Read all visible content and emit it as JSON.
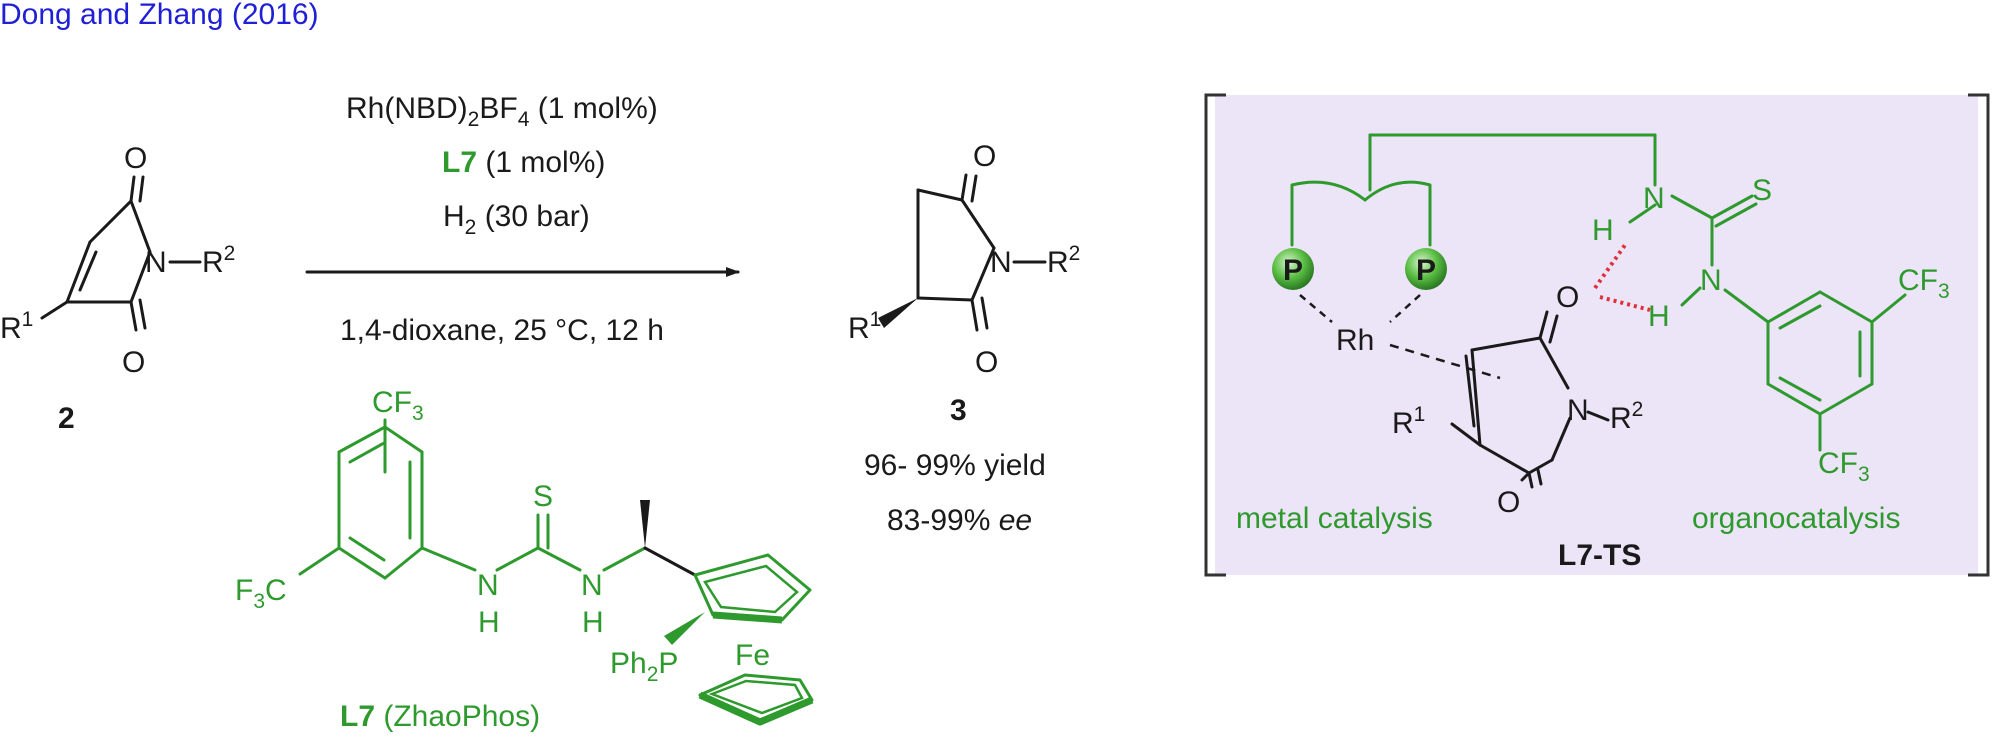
{
  "citation": "Dong and Zhang (2016)",
  "colors": {
    "citation": "#1f1fd6",
    "ligand": "#2e9a2e",
    "box": "#ece4f7",
    "hbond": "#e0303a"
  },
  "reactant": {
    "id": "2",
    "o_top": "O",
    "o_bottom": "O",
    "n": "N",
    "r1": "R",
    "r1_sup": "1",
    "r2": "R",
    "r2_sup": "2"
  },
  "conditions": {
    "line1_a": "Rh(NBD)",
    "line1_sub": "2",
    "line1_b": "BF",
    "line1_sub2": "4",
    "line1_c": " (1 mol%)",
    "line2_ligand": "L7",
    "line2_rest": " (1 mol%)",
    "line3_a": "H",
    "line3_sub": "2",
    "line3_b": " (30 bar)",
    "below": "1,4-dioxane, 25 °C, 12 h"
  },
  "product": {
    "id": "3",
    "o_top": "O",
    "o_bottom": "O",
    "n": "N",
    "r1": "R",
    "r1_sup": "1",
    "r2": "R",
    "r2_sup": "2",
    "yield": "96- 99% yield",
    "ee_num": "83-99% ",
    "ee_word": "ee"
  },
  "ligand": {
    "cf3_top": "CF",
    "cf3_top_sub": "3",
    "cf3_left_a": "F",
    "cf3_left_sub": "3",
    "cf3_left_b": "C",
    "s": "S",
    "nh1_n": "N",
    "nh1_h": "H",
    "nh2_n": "N",
    "nh2_h": "H",
    "fe": "Fe",
    "ph2p_a": "Ph",
    "ph2p_sub": "2",
    "ph2p_b": "P",
    "label_id": "L7",
    "label_name": " (ZhaoPhos)"
  },
  "ts": {
    "p1": "P",
    "p2": "P",
    "rh": "Rh",
    "n_top": "N",
    "h_top": "H",
    "s": "S",
    "n_mid": "N",
    "h_mid": "H",
    "o_hb": "O",
    "cf3_right": "CF",
    "cf3_right_sub": "3",
    "cf3_bottom": "CF",
    "cf3_bottom_sub": "3",
    "r1": "R",
    "r1_sup": "1",
    "n_ring": "N",
    "r2": "R",
    "r2_sup": "2",
    "o_bottom": "O",
    "metal_label": "metal catalysis",
    "organo_label": "organocatalysis",
    "ts_label": "L7-TS"
  }
}
